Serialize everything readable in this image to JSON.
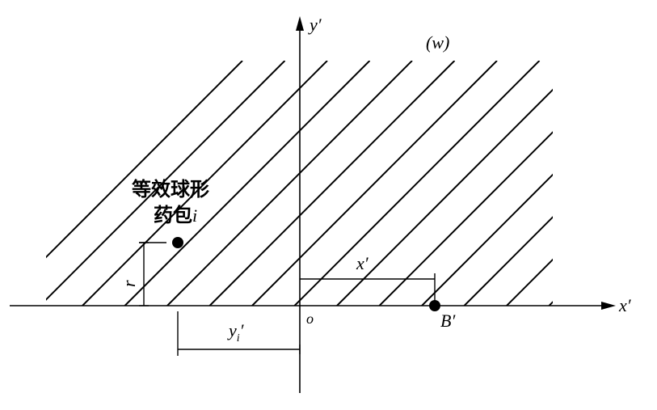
{
  "diagram": {
    "region_label": "(w)",
    "axis_y_label": "y′",
    "axis_x_label": "x′",
    "origin_label": "o",
    "point_b_label": "B′",
    "charge_label_line1": "等效球形",
    "charge_label_line2_text": "药包",
    "charge_label_line2_index": "i",
    "dim_r_label": "r",
    "dim_yi_label": "y",
    "dim_yi_sub": "i",
    "dim_yi_prime": "′",
    "dim_x_label": "x′"
  }
}
